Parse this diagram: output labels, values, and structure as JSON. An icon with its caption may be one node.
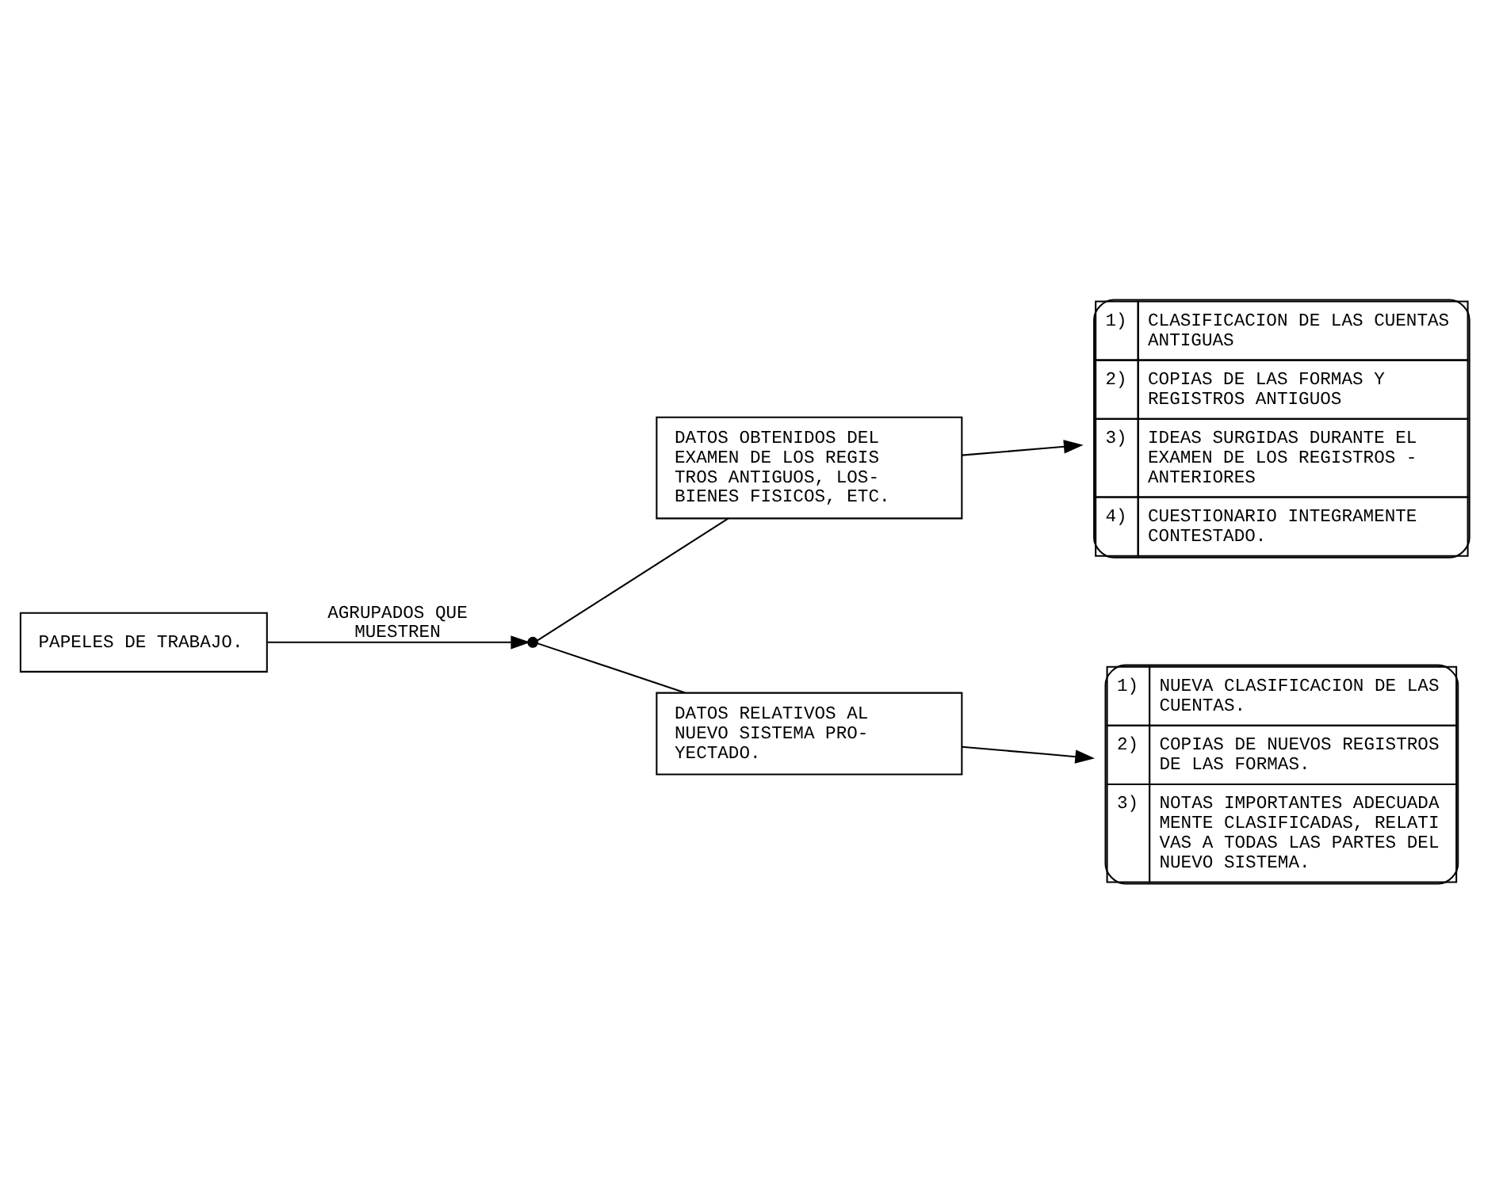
{
  "diagram": {
    "nodes": [
      {
        "text": [
          "PAPELES DE TRABAJO."
        ]
      },
      {
        "text": [],
        "shape": "point"
      },
      {
        "text": [
          "DATOS OBTENIDOS DEL EXAMEN DE LOS REGIS TROS ANTIGUOS, LOS- BIENES FISICOS, ETC."
        ]
      },
      {
        "text": [
          "1)",
          "CLASIFICACION DE LAS CUENTAS ANTIGUAS",
          "2)",
          "COPIAS DE LAS FORMAS Y REGISTROS ANTIGUOS",
          "3)",
          "IDEAS SURGIDAS DURANTE EL EXAMEN DE LOS REGISTROS - ANTERIORES",
          "4)",
          "CUESTIONARIO INTEGRAMENTE CONTESTADO."
        ]
      },
      {
        "text": [
          "DATOS RELATIVOS AL NUEVO SISTEMA PRO- YECTADO."
        ]
      },
      {
        "text": [
          "1)",
          "NUEVA CLASIFICACION DE LAS CUENTAS.",
          "2)",
          "COPIAS DE NUEVOS REGISTROS DE LAS FORMAS.",
          "3)",
          "NOTAS IMPORTANTES ADECUADA MENTE CLASIFICADAS, RELATI VAS A TODAS LAS PARTES DEL NUEVO SISTEMA."
        ]
      }
    ],
    "edges": [
      {
        "from": 0,
        "to": 1,
        "arrow": "to",
        "label": "AGRUPADOS QUE MUESTREN"
      },
      {
        "from": 1,
        "to": 2,
        "arrow": "none"
      },
      {
        "from": 1,
        "to": 4,
        "arrow": "none"
      },
      {
        "from": 2,
        "to": 3,
        "arrow": "to"
      },
      {
        "from": 4,
        "to": 5,
        "arrow": "to"
      }
    ]
  }
}
